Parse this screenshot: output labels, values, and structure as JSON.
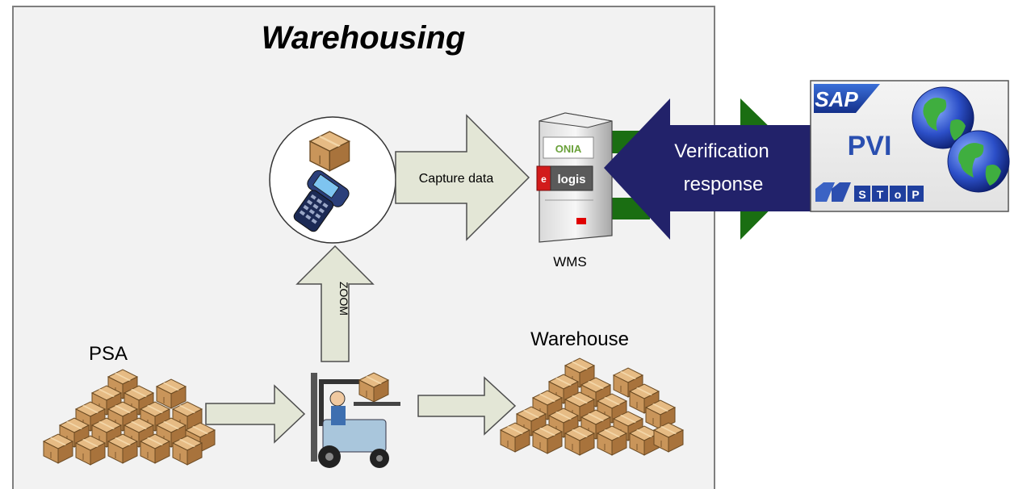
{
  "title": "Warehousing",
  "labels": {
    "capture": "Capture data",
    "zoom": "ZOOM",
    "wms": "WMS",
    "psa": "PSA",
    "warehouse": "Warehouse",
    "verification_line1": "Verification",
    "verification_line2": "response"
  },
  "wms_server": {
    "brand_top": "ONIA",
    "brand_main_prefix": "e",
    "brand_main": "logis"
  },
  "sap_panel": {
    "logo": "SAP",
    "name": "PVI",
    "badge_letters": [
      "S",
      "T",
      "o",
      "P"
    ]
  },
  "icons": [
    "box-stack-icon",
    "handheld-scanner-icon",
    "forklift-icon",
    "globe-icon",
    "server-icon"
  ],
  "colors": {
    "frame_fill": "#f2f2f2",
    "frame_border": "#7f7f7f",
    "arrow_fill": "#e3e6d6",
    "arrow_stroke": "#4d4d4d",
    "verification_arrow": "#22226a",
    "green_arrow": "#1a6e12",
    "sap_blue": "#1f3f9e",
    "box_brown": "#c9955a"
  }
}
